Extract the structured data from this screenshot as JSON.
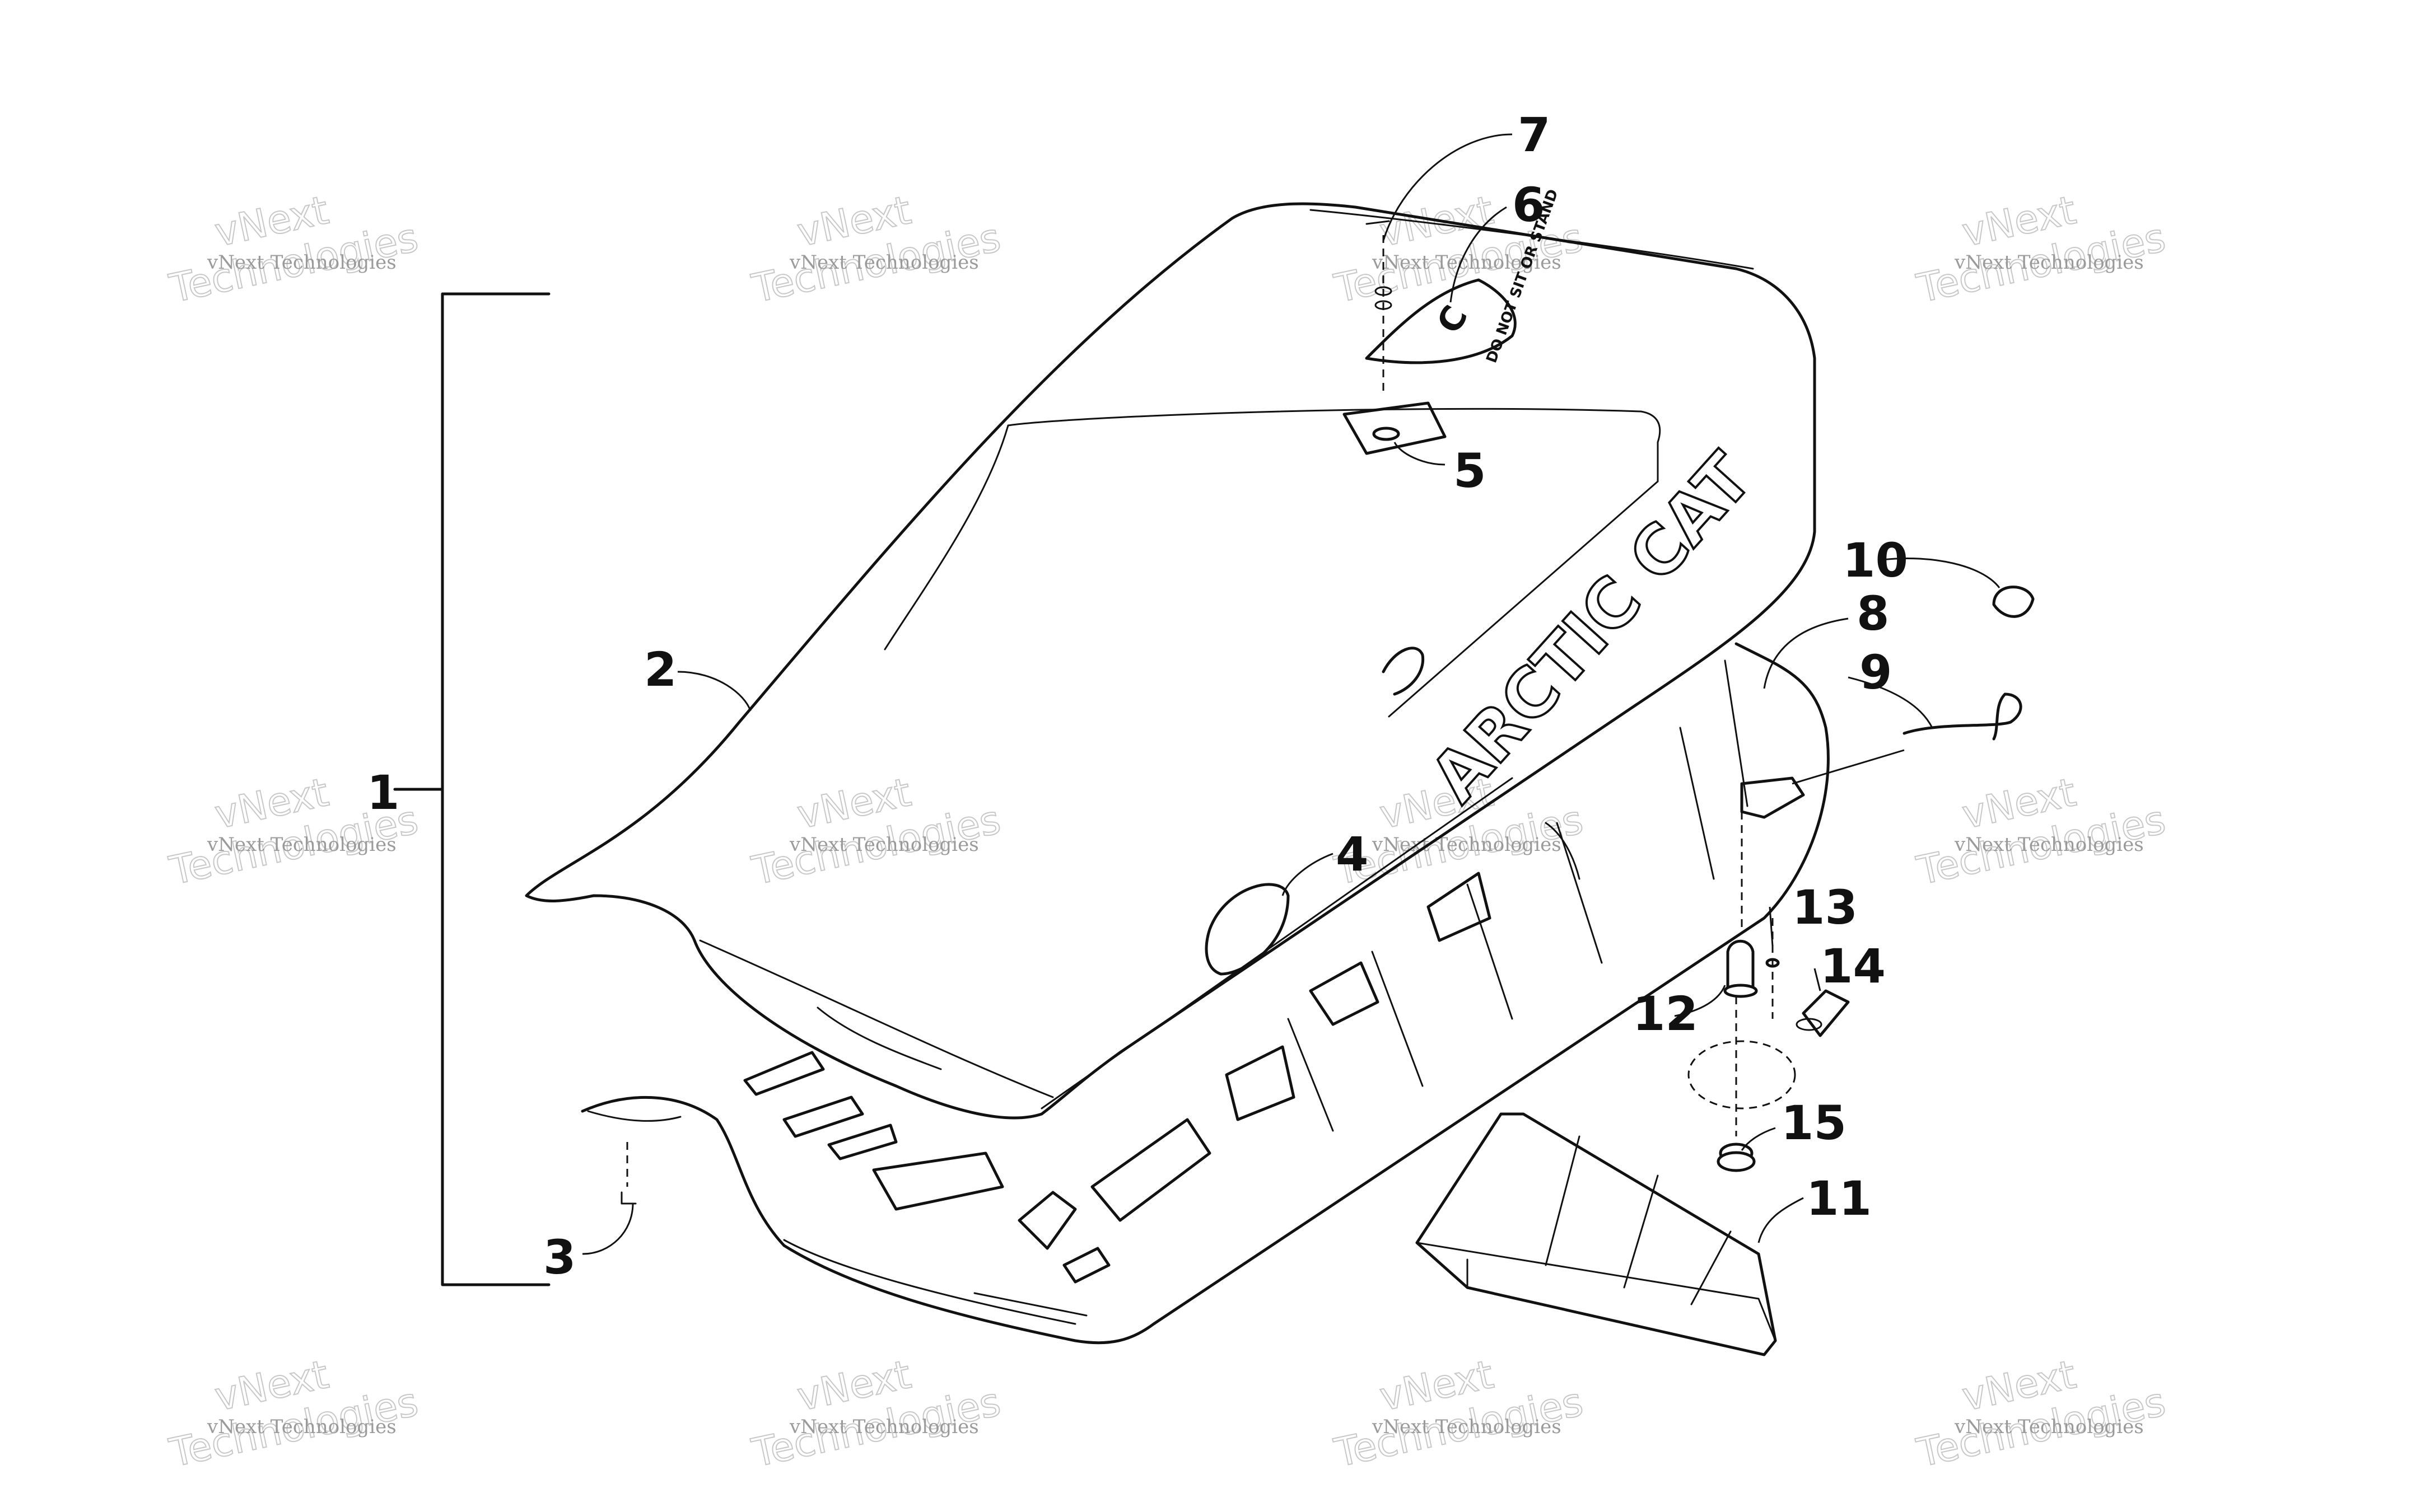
{
  "diagram": {
    "callouts": [
      {
        "id": "1",
        "label": "1"
      },
      {
        "id": "2",
        "label": "2"
      },
      {
        "id": "3",
        "label": "3"
      },
      {
        "id": "4",
        "label": "4"
      },
      {
        "id": "5",
        "label": "5"
      },
      {
        "id": "6",
        "label": "6"
      },
      {
        "id": "7",
        "label": "7"
      },
      {
        "id": "8",
        "label": "8"
      },
      {
        "id": "9",
        "label": "9"
      },
      {
        "id": "10",
        "label": "10"
      },
      {
        "id": "11",
        "label": "11"
      },
      {
        "id": "12",
        "label": "12"
      },
      {
        "id": "13",
        "label": "13"
      },
      {
        "id": "14",
        "label": "14"
      },
      {
        "id": "15",
        "label": "15"
      }
    ],
    "seat_logo_text": "ARCTIC CAT",
    "decal_text": "DO NOT SIT OR STAND",
    "decal_initial": "C",
    "watermark": {
      "line1": "vNext Technologies",
      "line2": "vNext",
      "line3": "Technologies"
    }
  }
}
